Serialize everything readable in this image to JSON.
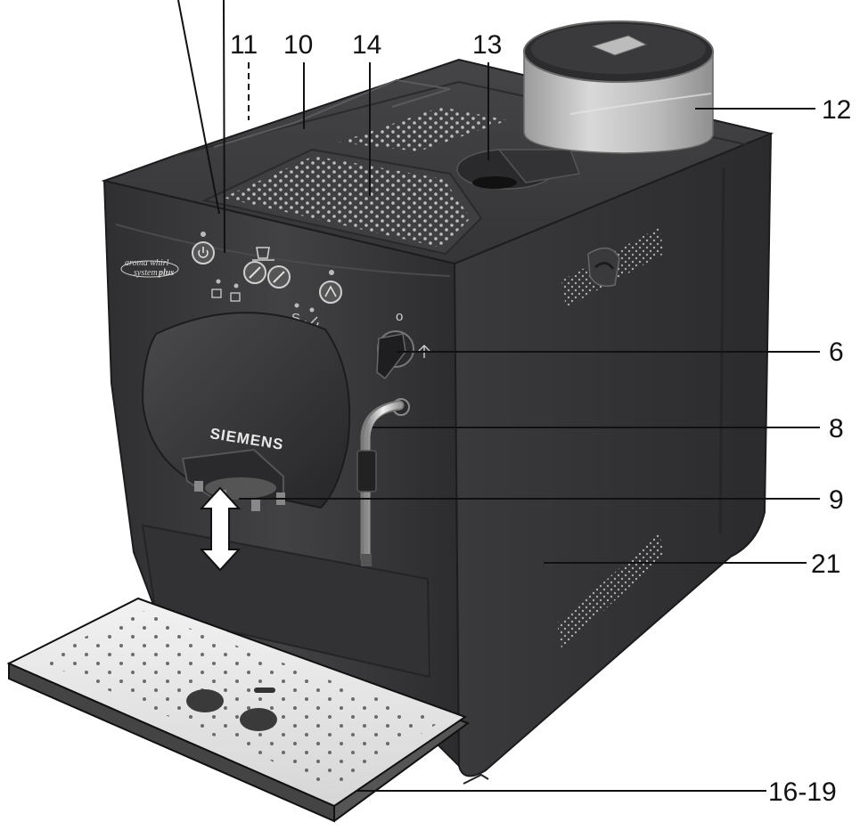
{
  "figure": {
    "brand_label": "SIEMENS",
    "badge_line1": "aroma whirl",
    "badge_line2": "system",
    "badge_line3": "plus",
    "panel_letter": "S",
    "dial_mark": "o"
  },
  "callouts": {
    "c11": "11",
    "c10": "10",
    "c14": "14",
    "c13": "13",
    "c12": "12",
    "c6": "6",
    "c8": "8",
    "c9": "9",
    "c21": "21",
    "c16_19": "16-19"
  },
  "colors": {
    "body": "#3b3b3d",
    "body_dark": "#2a2a2c",
    "body_side": "#333335",
    "tray": "#e4e4e4",
    "tank": "#bdbdbd",
    "steel": "#cfcfcf"
  }
}
